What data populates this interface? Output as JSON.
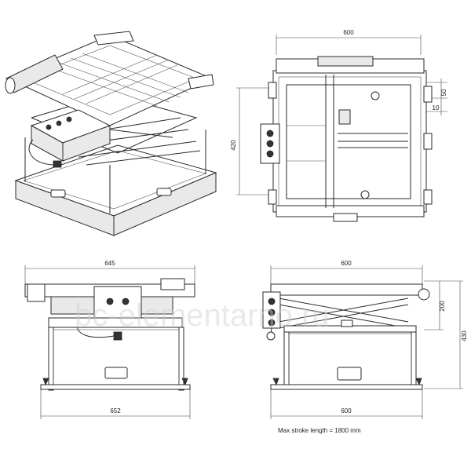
{
  "dimensions": {
    "top_width": "600",
    "top_height": "420",
    "top_offset_a": "50",
    "top_offset_b": "10",
    "front_top_width": "645",
    "front_bottom_width": "652",
    "side_top_width": "600",
    "side_bottom_width": "600",
    "side_upper_height": "200",
    "side_total_height": "430"
  },
  "note": "Max stroke length = 1800 mm",
  "watermark": "bc-elementarno.ru"
}
